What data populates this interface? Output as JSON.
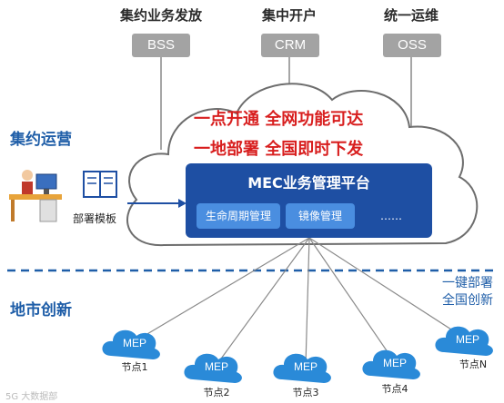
{
  "top": {
    "titles": [
      "集约业务发放",
      "集中开户",
      "统一运维"
    ],
    "systems": [
      "BSS",
      "CRM",
      "OSS"
    ]
  },
  "side": {
    "upper": "集约运营",
    "lower": "地市创新"
  },
  "slogans": {
    "line1": "一点开通 全网功能可达",
    "line2": "一地部署 全国即时下发"
  },
  "platform": {
    "title": "MEC业务管理平台",
    "modules": [
      "生命周期管理",
      "镜像管理",
      "……"
    ]
  },
  "template_label": "部署模板",
  "right_note": {
    "line1": "一键部署",
    "line2": "全国创新"
  },
  "mep": {
    "label": "MEP",
    "nodes": [
      "节点1",
      "节点2",
      "节点3",
      "节点4",
      "节点N"
    ]
  },
  "watermark": "5G 大数据部",
  "colors": {
    "red": "#d81e1e",
    "blue": "#1e4fa3",
    "module": "#4a8ee0",
    "gray": "#a3a3a3"
  }
}
